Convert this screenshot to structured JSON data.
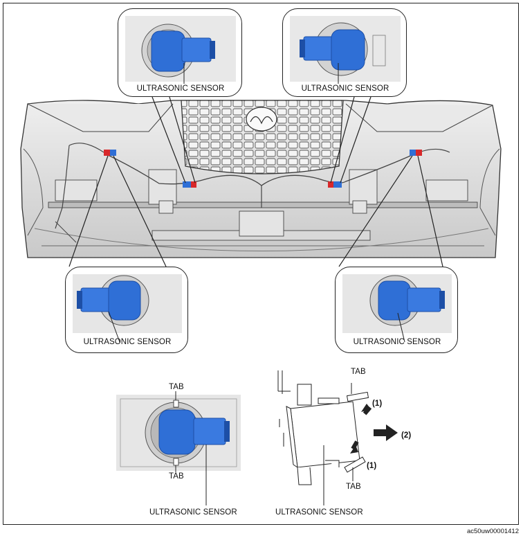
{
  "labels": {
    "top_left": "ULTRASONIC SENSOR",
    "top_right": "ULTRASONIC SENSOR",
    "mid_left": "ULTRASONIC SENSOR",
    "mid_right": "ULTRASONIC SENSOR",
    "bottom_left": "ULTRASONIC SENSOR",
    "bottom_right": "ULTRASONIC SENSOR",
    "tab_top": "TAB",
    "tab_bottom": "TAB",
    "tab_right_top": "TAB",
    "tab_right_bottom": "TAB",
    "step_1_top": "(1)",
    "step_1_bottom": "(1)",
    "step_2": "(2)"
  },
  "figure_code": "ac50uw00001412",
  "colors": {
    "sensor_blue": "#2f6fd6",
    "sensor_dark": "#1d4fa6",
    "line": "#222222",
    "bumper": "#dcdcdc",
    "connector_red": "#d8282a"
  }
}
